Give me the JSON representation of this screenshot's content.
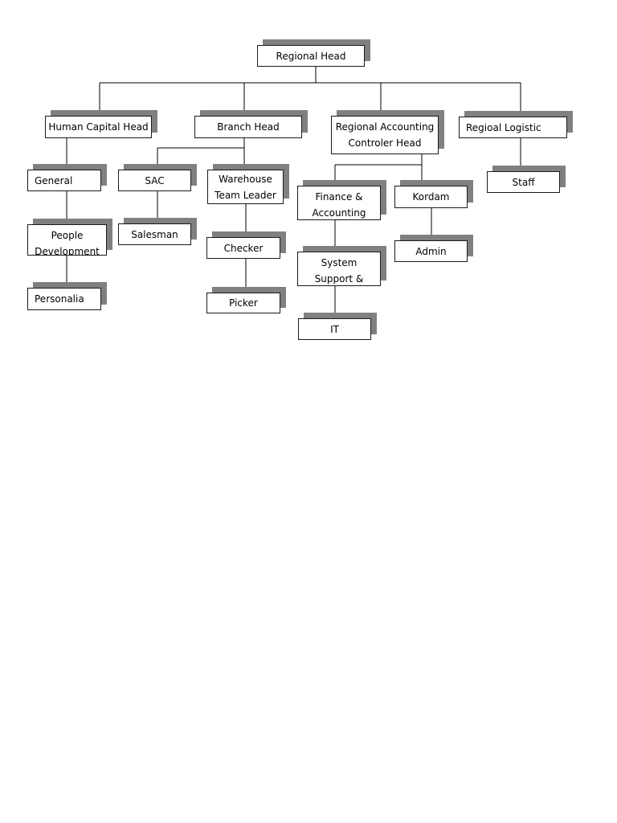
{
  "org_chart": {
    "nodes": [
      {
        "id": "regional-head",
        "label": "Regional Head"
      },
      {
        "id": "human-capital-head",
        "label": "Human Capital Head"
      },
      {
        "id": "branch-head",
        "label": "Branch Head"
      },
      {
        "id": "regional-accounting-controler-head",
        "label": "Regional Accounting\nControler Head"
      },
      {
        "id": "regioal-logistic",
        "label": "Regioal Logistic"
      },
      {
        "id": "general",
        "label": "General"
      },
      {
        "id": "people-development",
        "label": "People\nDevelopment"
      },
      {
        "id": "personalia",
        "label": "Personalia"
      },
      {
        "id": "sac",
        "label": "SAC"
      },
      {
        "id": "salesman",
        "label": "Salesman"
      },
      {
        "id": "warehouse-team-leader",
        "label": "Warehouse\nTeam Leader"
      },
      {
        "id": "checker",
        "label": "Checker"
      },
      {
        "id": "picker",
        "label": "Picker"
      },
      {
        "id": "finance-accounting",
        "label": "Finance &\nAccounting"
      },
      {
        "id": "kordam",
        "label": "Kordam"
      },
      {
        "id": "admin",
        "label": "Admin"
      },
      {
        "id": "system-support",
        "label": "System\nSupport &"
      },
      {
        "id": "it",
        "label": "IT"
      },
      {
        "id": "staff",
        "label": "Staff"
      }
    ],
    "edges": [
      [
        "regional-head",
        "human-capital-head"
      ],
      [
        "regional-head",
        "branch-head"
      ],
      [
        "regional-head",
        "regional-accounting-controler-head"
      ],
      [
        "regional-head",
        "regioal-logistic"
      ],
      [
        "human-capital-head",
        "general"
      ],
      [
        "general",
        "people-development"
      ],
      [
        "people-development",
        "personalia"
      ],
      [
        "branch-head",
        "sac"
      ],
      [
        "branch-head",
        "warehouse-team-leader"
      ],
      [
        "sac",
        "salesman"
      ],
      [
        "warehouse-team-leader",
        "checker"
      ],
      [
        "checker",
        "picker"
      ],
      [
        "regional-accounting-controler-head",
        "finance-accounting"
      ],
      [
        "regional-accounting-controler-head",
        "kordam"
      ],
      [
        "finance-accounting",
        "system-support"
      ],
      [
        "system-support",
        "it"
      ],
      [
        "kordam",
        "admin"
      ],
      [
        "regioal-logistic",
        "staff"
      ]
    ],
    "colors": {
      "box_border": "#1a1a1a",
      "shadow": "#808080",
      "line": "#000000",
      "text": "#000000"
    }
  }
}
